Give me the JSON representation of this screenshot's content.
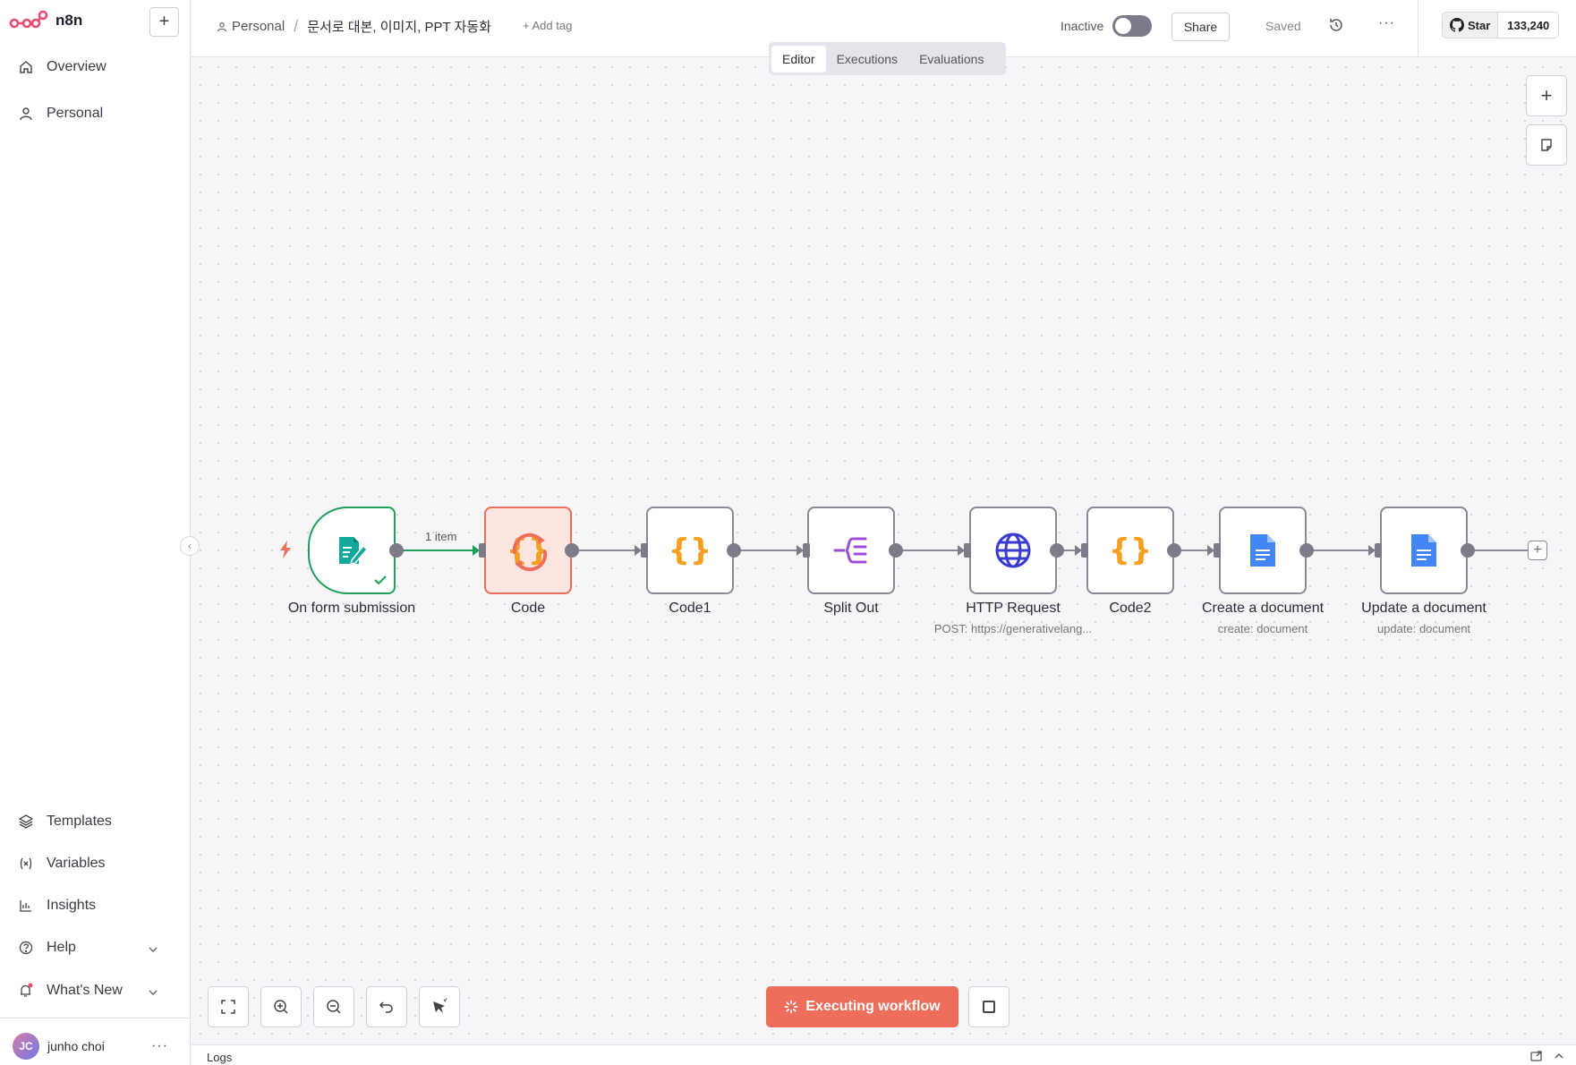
{
  "app": {
    "name": "n8n"
  },
  "sidebar": {
    "top_items": [
      {
        "label": "Overview",
        "icon": "home-icon"
      },
      {
        "label": "Personal",
        "icon": "user-icon"
      }
    ],
    "bottom_items": [
      {
        "label": "Templates",
        "icon": "templates-icon"
      },
      {
        "label": "Variables",
        "icon": "variables-icon"
      },
      {
        "label": "Insights",
        "icon": "insights-icon"
      },
      {
        "label": "Help",
        "icon": "help-icon"
      },
      {
        "label": "What's New",
        "icon": "bell-icon"
      }
    ],
    "user": {
      "initials": "JC",
      "name": "junho choi",
      "more": "···"
    }
  },
  "header": {
    "project": "Personal",
    "workflow_title": "문서로 대본, 이미지, PPT 자동화",
    "add_tag": "+ Add tag",
    "status": "Inactive",
    "share": "Share",
    "saved": "Saved",
    "more": "···",
    "github": {
      "star": "Star",
      "count": "133,240"
    }
  },
  "tabs": [
    {
      "label": "Editor",
      "active": true
    },
    {
      "label": "Executions",
      "active": false
    },
    {
      "label": "Evaluations",
      "active": false
    }
  ],
  "workflow": {
    "edge_label": "1 item",
    "nodes": [
      {
        "name": "On form submission",
        "subtitle": "",
        "icon": "form-icon",
        "status": "success"
      },
      {
        "name": "Code",
        "subtitle": "",
        "icon": "code-braces-icon",
        "status": "running"
      },
      {
        "name": "Code1",
        "subtitle": "",
        "icon": "code-braces-icon",
        "status": "idle"
      },
      {
        "name": "Split Out",
        "subtitle": "",
        "icon": "split-out-icon",
        "status": "idle"
      },
      {
        "name": "HTTP Request",
        "subtitle": "POST: https://generativelang...",
        "icon": "globe-icon",
        "status": "idle"
      },
      {
        "name": "Code2",
        "subtitle": "",
        "icon": "code-braces-icon",
        "status": "idle"
      },
      {
        "name": "Create a document",
        "subtitle": "create: document",
        "icon": "google-docs-icon",
        "status": "idle"
      },
      {
        "name": "Update a document",
        "subtitle": "update: document",
        "icon": "google-docs-icon",
        "status": "idle"
      }
    ]
  },
  "footer": {
    "execute_label": "Executing workflow",
    "logs_label": "Logs"
  },
  "colors": {
    "brand": "#ea4b71",
    "executing": "#ef6d5b",
    "success": "#1ea05a",
    "code_orange": "#f5a020",
    "split_purple": "#9b4fd0",
    "http_blue": "#3a3ad0",
    "docs_blue": "#4285f4"
  }
}
